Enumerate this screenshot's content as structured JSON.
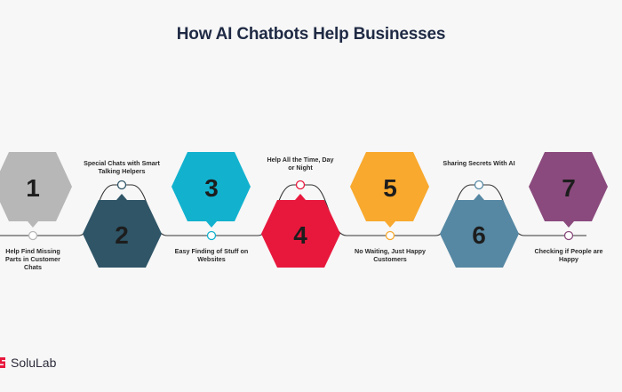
{
  "title": "How AI Chatbots Help Businesses",
  "steps": [
    {
      "number": "1",
      "caption": "Help Find Missing Parts in Customer Chats",
      "color": "#b7b7b7"
    },
    {
      "number": "2",
      "caption": "Special Chats with Smart Talking Helpers",
      "color": "#2f5567"
    },
    {
      "number": "3",
      "caption": "Easy Finding of Stuff on Websites",
      "color": "#12b2cf"
    },
    {
      "number": "4",
      "caption": "Help All the Time, Day or Night",
      "color": "#e8183d"
    },
    {
      "number": "5",
      "caption": "No Waiting, Just Happy Customers",
      "color": "#f8a92e"
    },
    {
      "number": "6",
      "caption": "Sharing Secrets With AI",
      "color": "#5688a3"
    },
    {
      "number": "7",
      "caption": "Checking if People are Happy",
      "color": "#8a4a7d"
    }
  ],
  "brand": {
    "name": "SoluLab",
    "color": "#e8183d"
  }
}
